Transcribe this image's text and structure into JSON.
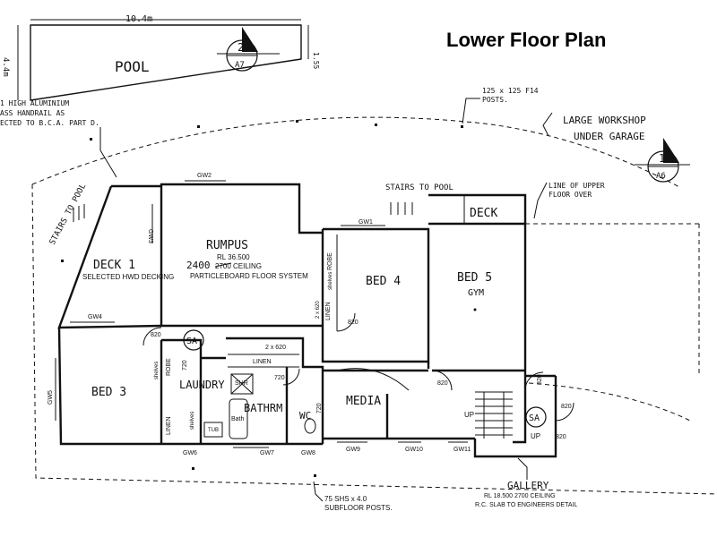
{
  "title": "Lower Floor Plan",
  "site": {
    "pool_label": "POOL",
    "pool_width": "10.4m",
    "pool_side_left": "4.4m",
    "pool_side_right": "1.55",
    "section_2_num": "2",
    "section_2_sheet": "A7",
    "section_1_num": "1",
    "section_1_sheet": "A6",
    "handrail_note": [
      "1 HIGH ALUMINIUM",
      "ASS HANDRAIL AS",
      "ECTED TO B.C.A. PART D."
    ],
    "posts_note": [
      "125 x 125 F14",
      "POSTS."
    ],
    "workshop_note": [
      "LARGE WORKSHOP",
      "UNDER GARAGE"
    ],
    "upper_floor_note": [
      "LINE OF UPPER",
      "FLOOR OVER"
    ],
    "stairs_left": "STAIRS TO POOL",
    "stairs_right": "STAIRS TO POOL",
    "subfloor_note": [
      "75 SHS x 4.0",
      "SUBFLOOR POSTS."
    ]
  },
  "rooms": {
    "rumpus": [
      "RUMPUS",
      "RL 36.500",
      "2700 CEILING",
      "PARTICLEBOARD FLOOR SYSTEM"
    ],
    "rumpus_ceiling_new": "2400",
    "deck1": [
      "DECK 1",
      "SELECTED HWD DECKING"
    ],
    "deck": "DECK",
    "bed3": "BED 3",
    "bed4": "BED 4",
    "bed5": [
      "BED 5",
      "GYM"
    ],
    "laundry": "LAUNDRY",
    "bathroom": "BATHRM",
    "wc": "WC",
    "media": "MEDIA",
    "gallery": [
      "GALLERY",
      "RL 18.500   2700 CEILING",
      "R.C. SLAB TO ENGINEERS DETAIL"
    ],
    "linen_1": "LINEN",
    "linen_2": "LINEN",
    "linen_3": "LINEN",
    "robe_1": "ROBE",
    "robe_2": "ROBE",
    "shr": "SHR",
    "bath": "Bath",
    "shelves_1": "shelves",
    "shelves_2": "shelves",
    "shelves_3": "shelves",
    "tub": "TUB"
  },
  "tags": {
    "gw1": "GW1",
    "gw2": "GW2",
    "gw3": "GW3",
    "gw4": "GW4",
    "gw5": "GW5",
    "gw6": "GW6",
    "gw7": "GW7",
    "gw8": "GW8",
    "gw9": "GW9",
    "gw10": "GW10",
    "gw11": "GW11",
    "d820a": "820",
    "d820b": "820",
    "d820c": "820",
    "d820d": "820",
    "d820e": "820",
    "d820f": "820",
    "d720a": "720",
    "d720b": "720",
    "d720c": "720",
    "d2x620a": "2 x 620",
    "d2x620b": "2 x 620",
    "sa1": "SA",
    "sa2": "SA",
    "up1": "UP",
    "up2": "UP"
  }
}
